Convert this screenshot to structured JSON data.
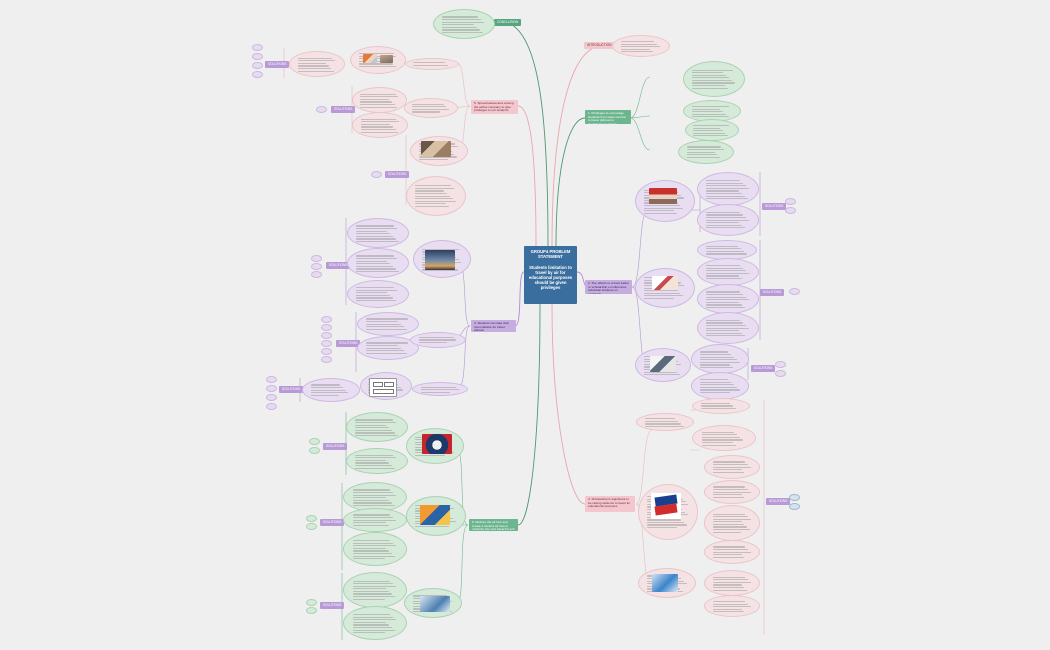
{
  "central_topic": {
    "title": "GROUP4 PROBLEM STATEMENT",
    "statement": "Students limitation to travel by air for educational purposes should be given privileges"
  },
  "branches": {
    "conclusion": "CONCLUSION",
    "introduction": "INTRODUCTION",
    "b1": "1. Privileges to encourage students from lower-income to travel (abroad to study/oversea study)",
    "b2": "2. The effects to school tuition or scholarship on influences individual students on worldwide",
    "b3": "3. Scholarship is significant to be raising students to travel for educational purposes",
    "b4": "4. Students can take their own initiative for travel abroad",
    "b5": "5. Spread awareness among the airline company to give privileges to our students",
    "b6": "6. Reduce the air fare and create a student air fare to minimise the cost travel for sch"
  },
  "labels": {
    "s1": "SOLUTIONS",
    "s2": "SOLUTIONS",
    "s3": "SOLUTIONS",
    "s4": "SOLUTIONS",
    "s5": "SOLUTIONS",
    "s6": "SOLUTIONS",
    "s7": "SOLUTIONS",
    "s8": "SOLUTIONS",
    "s9": "SOLUTIONS",
    "s10": "SOLUTIONS",
    "s11": "SOLUTIONS",
    "s12": "SOLUTIONS",
    "s13": "SOLUTIONS"
  },
  "colors": {
    "background": "#efefef",
    "central": "#3a6e9e",
    "green": "#56a680",
    "pink": "#f4c6cd",
    "purple": "#b79ad6"
  }
}
